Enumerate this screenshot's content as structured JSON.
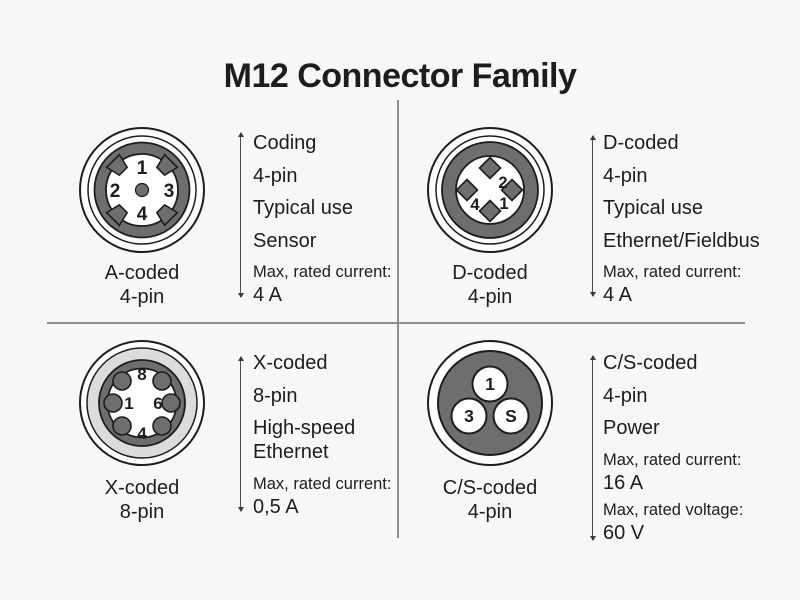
{
  "title": "M12 Connector Family",
  "colors": {
    "background": "#f7f7f5",
    "text": "#1d1d1b",
    "ring_dark": "#6e6e6e",
    "ring_light": "#dcdcdc",
    "divider_line": "#8e8e8e",
    "dimension_line": "#4d4d4d"
  },
  "quadrants": {
    "tl": {
      "caption": [
        "A-coded",
        "4-pin"
      ],
      "pins": [
        "1",
        "2",
        "3",
        "4"
      ],
      "specs": [
        "Coding",
        "4-pin",
        "Typical use",
        "Sensor"
      ],
      "max_current_label": "Max, rated current:",
      "max_current_value": "4 A"
    },
    "tr": {
      "caption": [
        "D-coded",
        "4-pin"
      ],
      "pins": [
        "2",
        "4",
        "1"
      ],
      "specs": [
        "D-coded",
        "4-pin",
        "Typical use",
        "Ethernet/Fieldbus"
      ],
      "max_current_label": "Max, rated current:",
      "max_current_value": "4 A"
    },
    "bl": {
      "caption": [
        "X-coded",
        "8-pin"
      ],
      "pins": [
        "8",
        "1",
        "6",
        "4"
      ],
      "specs": [
        "X-coded",
        "8-pin",
        "High-speed\nEthernet"
      ],
      "max_current_label": "Max, rated current:",
      "max_current_value": "0,5 A"
    },
    "br": {
      "caption": [
        "C/S-coded",
        "4-pin"
      ],
      "pins": [
        "1",
        "3",
        "S"
      ],
      "specs": [
        "C/S-coded",
        "4-pin",
        "Power"
      ],
      "max_current_label": "Max, rated current:",
      "max_current_value": "16 A",
      "max_voltage_label": "Max, rated voltage:",
      "max_voltage_value": "60 V"
    }
  }
}
